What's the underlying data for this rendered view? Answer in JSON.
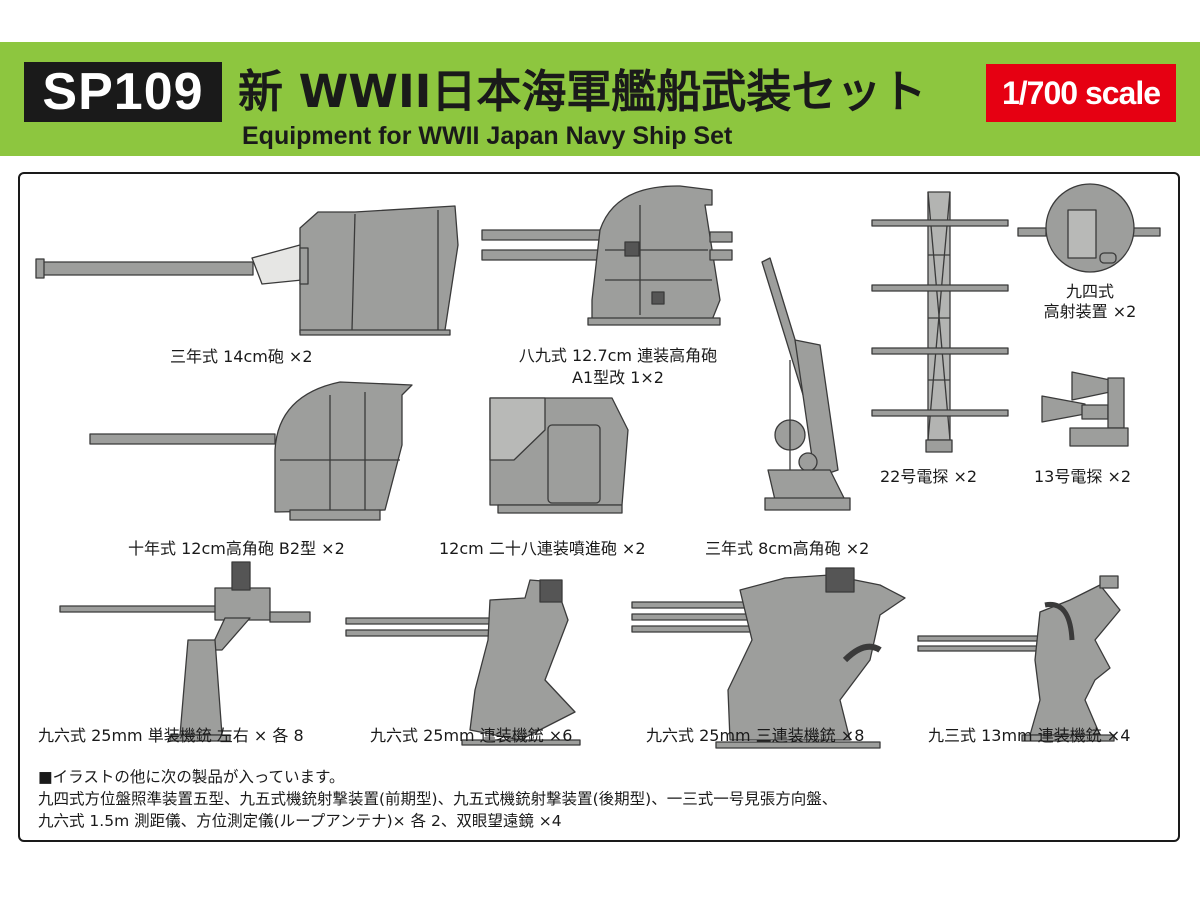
{
  "header": {
    "code": "SP109",
    "title_jp": "新 WWII日本海軍艦船武装セット",
    "title_en": "Equipment for WWII Japan Navy Ship Set",
    "scale": "1/700 scale"
  },
  "items": {
    "gun_14cm": "三年式 14cm砲 ×2",
    "gun_127_line1": "八九式 12.7cm 連装高角砲",
    "gun_127_line2": "A1型改 1×2",
    "director_94_line1": "九四式",
    "director_94_line2": "高射装置 ×2",
    "radar_22": "22号電探 ×2",
    "radar_13": "13号電探 ×2",
    "gun_12cm": "十年式 12cm高角砲 B2型 ×2",
    "rocket_12cm": "12cm 二十八連装噴進砲 ×2",
    "gun_8cm": "三年式 8cm高角砲 ×2",
    "mg_25_single": "九六式 25mm 単装機銃 左右 × 各 8",
    "mg_25_twin": "九六式 25mm 連装機銃 ×6",
    "mg_25_triple": "九六式 25mm 三連装機銃 ×8",
    "mg_13_twin": "九三式 13mm 連装機銃 ×4"
  },
  "notes": {
    "line1": "■イラストの他に次の製品が入っています。",
    "line2": "九四式方位盤照準装置五型、九五式機銃射撃装置(前期型)、九五式機銃射撃装置(後期型)、一三式一号見張方向盤、",
    "line3": "九六式 1.5m 測距儀、方位測定儀(ループアンテナ)× 各 2、双眼望遠鏡 ×4"
  },
  "colors": {
    "header_green": "#8dc63f",
    "code_bg": "#1a1a1a",
    "scale_red": "#e60012",
    "model_gray": "#9d9e9c"
  }
}
